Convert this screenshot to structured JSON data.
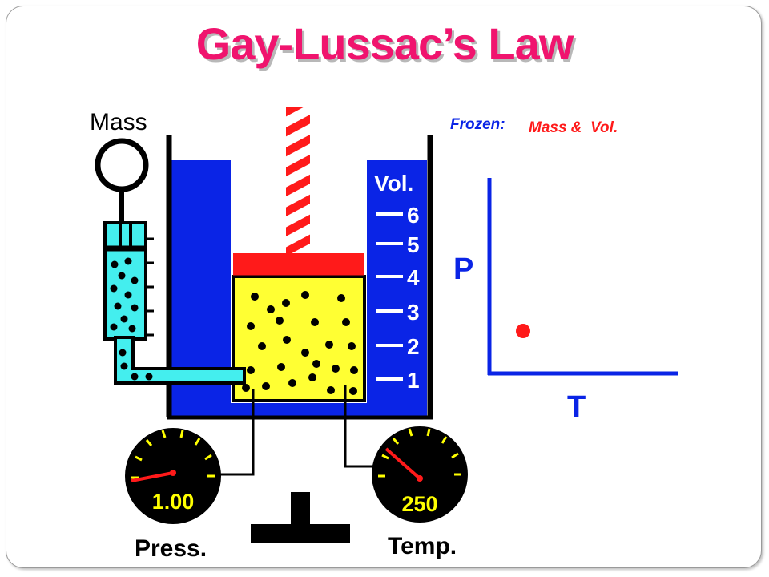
{
  "title": "Gay-Lussac’s Law",
  "labels": {
    "mass": "Mass",
    "frozen": "Frozen:",
    "frozen_items": "Mass &  Vol.",
    "vol": "Vol.",
    "pressure": "Press.",
    "temperature": "Temp."
  },
  "volume_scale": [
    "6",
    "5",
    "4",
    "3",
    "2",
    "1"
  ],
  "gauges": {
    "pressure_value": "1.00",
    "temperature_value": "250"
  },
  "graph": {
    "y_axis": "P",
    "x_axis": "T"
  },
  "colors": {
    "title": "#f0146e",
    "water": "#0a24e6",
    "gas": "#ffff33",
    "piston": "#ff1a1a",
    "reservoir": "#44eeee",
    "gauge_face": "#000000",
    "gauge_text": "#ffff00",
    "graph_axis": "#0a24e6",
    "data_point": "#ff1a1a"
  }
}
